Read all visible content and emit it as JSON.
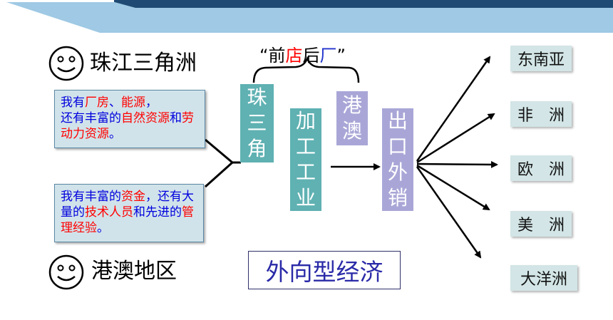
{
  "colors": {
    "banner_dark": "#1f4a73",
    "banner_light": "#9fc9e4",
    "box_teal": "#5fb1b2",
    "box_lavender": "#a9a6d7",
    "text_red": "#ff0000",
    "text_blue": "#0000dd"
  },
  "regions": {
    "prd": {
      "icon": "smiley-face-icon",
      "label": "珠江三角洲"
    },
    "hkmo": {
      "icon": "smiley-face-icon",
      "label": "港澳地区"
    }
  },
  "speech": {
    "prd": [
      "我有",
      "厂房",
      "、",
      "能源",
      "，",
      "还有丰富的",
      "自然资源",
      "和",
      "劳动力资源",
      "。"
    ],
    "hkmo": [
      "我有丰富的",
      "资金",
      "，还有大量的",
      "技术人员",
      "和先进的",
      "管理经验",
      "。"
    ]
  },
  "slogan": {
    "open_quote": "“",
    "part1": "前",
    "part2": "店",
    "part3": "后",
    "part4": "厂",
    "close_quote": "”"
  },
  "flow": {
    "prd_box": [
      "珠",
      "三",
      "角"
    ],
    "hkmo_box": [
      "港",
      "澳"
    ],
    "process_box": [
      "加",
      "工",
      "工",
      "业"
    ],
    "export_box": [
      "出",
      "口",
      "外",
      "销"
    ]
  },
  "destinations": [
    "东南亚",
    "非　洲",
    "欧　洲",
    "美　洲",
    "大洋洲"
  ],
  "economy_label": "外向型经济"
}
